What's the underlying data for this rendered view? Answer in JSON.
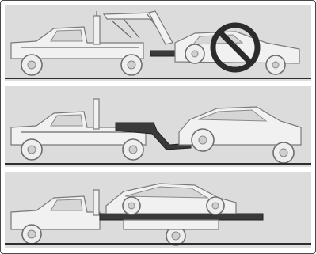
{
  "figure": {
    "panels": [
      {
        "method": "wheel-lift",
        "prohibited": true
      },
      {
        "method": "wheel-lift",
        "prohibited": false
      },
      {
        "method": "flatbed",
        "prohibited": false
      }
    ]
  }
}
